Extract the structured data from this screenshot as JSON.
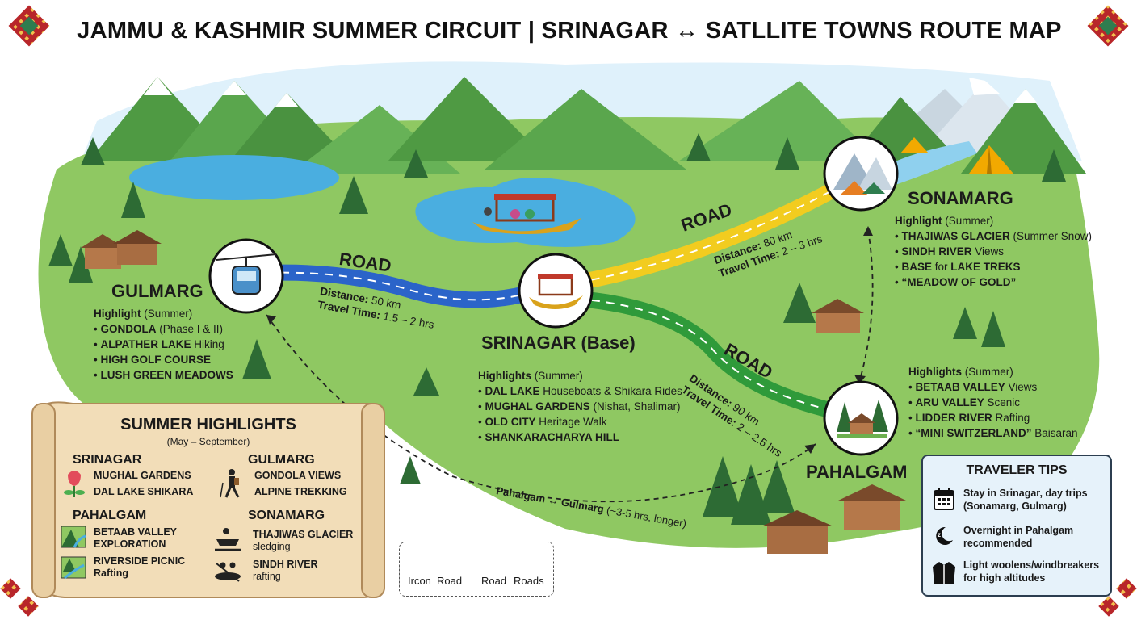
{
  "title": "JAMMU & KASHMIR SUMMER CIRCUIT | SRINAGAR ↔ SATLLITE TOWNS ROUTE MAP",
  "colors": {
    "land": "#8fc862",
    "water": "#4aaee0",
    "road_blue": "#2b64c9",
    "road_yellow": "#f2cc1f",
    "road_green": "#2f9a3a",
    "mountain": "#4f9a43",
    "snow": "#ffffff",
    "sky": "#dff1fb"
  },
  "towns": {
    "gulmarg": {
      "name": "GULMARG",
      "icon": "gondola-icon",
      "highlight_title": "Highlight",
      "highlight_season": "(Summer)",
      "items": [
        {
          "bold": "GONDOLA",
          "rest": " (Phase I & II)"
        },
        {
          "bold": "ALPATHER LAKE",
          "rest": " Hiking"
        },
        {
          "bold": "HIGH GOLF COURSE",
          "rest": ""
        },
        {
          "bold": "LUSH GREEN MEADOWS",
          "rest": ""
        }
      ]
    },
    "srinagar": {
      "name": "SRINAGAR (Base)",
      "icon": "shikara-boat-icon",
      "highlight_title": "Highlights",
      "highlight_season": "(Summer)",
      "items": [
        {
          "bold": "DAL LAKE",
          "rest": " Houseboats & Shikara Rides"
        },
        {
          "bold": "MUGHAL GARDENS",
          "rest": " (Nishat, Shalimar)"
        },
        {
          "bold": "OLD CITY",
          "rest": " Heritage Walk"
        },
        {
          "bold": "SHANKARACHARYA HILL",
          "rest": ""
        }
      ]
    },
    "sonamarg": {
      "name": "SONAMARG",
      "icon": "tent-mountain-icon",
      "highlight_title": "Highlight",
      "highlight_season": "(Summer)",
      "items": [
        {
          "bold": "THAJIWAS GLACIER",
          "rest": " (Summer Snow)"
        },
        {
          "bold": "SINDH RIVER",
          "rest": " Views"
        },
        {
          "bold": "BASE",
          "rest": " for ",
          "bold2": "LAKE TREKS"
        },
        {
          "bold": "“MEADOW OF GOLD”",
          "rest": ""
        }
      ]
    },
    "pahalgam": {
      "name": "PAHALGAM",
      "icon": "forest-cabin-icon",
      "highlight_title": "Highlights",
      "highlight_season": "(Summer)",
      "items": [
        {
          "bold": "BETAAB VALLEY",
          "rest": " Views"
        },
        {
          "bold": "ARU VALLEY",
          "rest": " Scenic"
        },
        {
          "bold": "LIDDER RIVER",
          "rest": " Rafting"
        },
        {
          "bold": "“MINI SWITZERLAND”",
          "rest": " Baisaran"
        }
      ]
    }
  },
  "routes": {
    "gulmarg": {
      "label": "ROAD",
      "distance_label": "Distance:",
      "distance": "50 km",
      "time_label": "Travel Time:",
      "time": "1.5 – 2 hrs"
    },
    "sonamarg": {
      "label": "ROAD",
      "distance_label": "Distance:",
      "distance": "80 km",
      "time_label": "Travel Time:",
      "time": "2 – 3 hrs"
    },
    "pahalgam": {
      "label": "ROAD",
      "distance_label": "Distance:",
      "distance": "90 km",
      "time_label": "Travel Time:",
      "time": "2 – 2.5 hrs"
    },
    "pahalgam_gulmarg": {
      "from": "Pahalgam",
      "arrow": "↔",
      "to": "Gulmarg",
      "note": "(~3-5 hrs, longer)"
    }
  },
  "summer_highlights": {
    "title": "SUMMER HIGHLIGHTS",
    "subtitle": "(May – September)",
    "sections": [
      {
        "name": "SRINAGAR",
        "items": [
          {
            "icon": "tulip-icon",
            "bold": "MUGHAL GARDENS",
            "rest": ""
          },
          {
            "icon": "",
            "bold": "DAL LAKE SHIKARA",
            "rest": ""
          }
        ]
      },
      {
        "name": "GULMARG",
        "items": [
          {
            "icon": "hiker-icon",
            "bold": "GONDOLA VIEWS",
            "rest": ""
          },
          {
            "icon": "",
            "bold": "ALPINE TREKKING",
            "rest": ""
          }
        ]
      },
      {
        "name": "PAHALGAM",
        "items": [
          {
            "icon": "valley-icon",
            "bold": "BETAAB VALLEY",
            "rest": "EXPLORATION"
          },
          {
            "icon": "river-icon",
            "bold": "RIVERSIDE PICNIC",
            "rest": "Rafting"
          }
        ]
      },
      {
        "name": "SONAMARG",
        "items": [
          {
            "icon": "sledge-icon",
            "bold": "THAJIWAS GLACIER",
            "rest": "sledging"
          },
          {
            "icon": "raft-icon",
            "bold": "SINDH RIVER",
            "rest": "rafting"
          }
        ]
      }
    ]
  },
  "legend": {
    "items": [
      {
        "icon": "road-icon",
        "label": "Ircon"
      },
      {
        "icon": "road-icon",
        "label": "Road"
      },
      {
        "icon": "yellow-road-icon",
        "label": "Road"
      },
      {
        "icon": "blue-road-icon",
        "label": "Roads"
      }
    ]
  },
  "traveler_tips": {
    "title": "TRAVELER TIPS",
    "tips": [
      {
        "icon": "calendar-icon",
        "line1": "Stay in Srinagar, day trips",
        "line2": "(Sonamarg, Gulmarg)"
      },
      {
        "icon": "sleep-moon-icon",
        "line1": "Overnight in Pahalgam",
        "line2": "recommended"
      },
      {
        "icon": "jacket-icon",
        "line1": "Light woolens/windbreakers",
        "line2": "for high altitudes"
      }
    ]
  }
}
